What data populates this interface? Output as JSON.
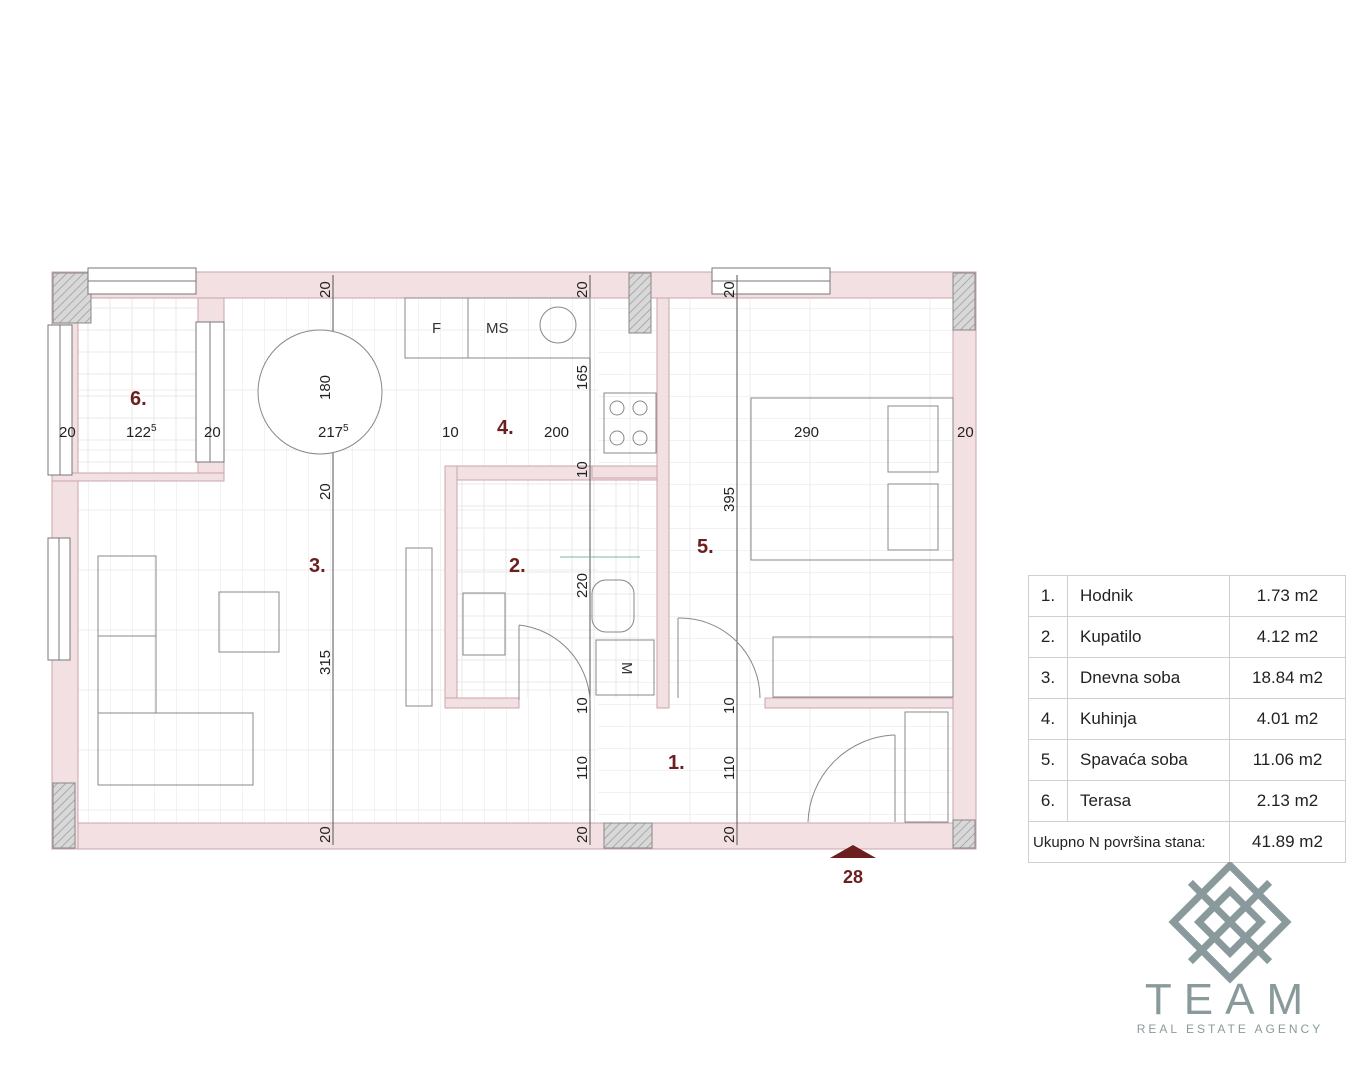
{
  "plan": {
    "rooms": [
      {
        "num": "1."
      },
      {
        "num": "2."
      },
      {
        "num": "3."
      },
      {
        "num": "4."
      },
      {
        "num": "5."
      },
      {
        "num": "6."
      }
    ],
    "dims": {
      "terrace_left": "20",
      "terrace_width": "122",
      "terrace_width_sup": "5",
      "terrace_right": "20",
      "dining_width": "217",
      "dining_width_sup": "5",
      "dining_height": "180",
      "wall_top_1": "20",
      "wall_top_2": "20",
      "wall_top_3": "20",
      "kitchen_gap": "10",
      "kitchen_width": "200",
      "kitchen_height": "165",
      "kitchen_wall": "10",
      "living_wall": "20",
      "bath_height": "220",
      "living_height": "315",
      "bath_wall": "10",
      "bed_wall": "10",
      "bed_height": "395",
      "bed_width": "290",
      "bed_right": "20",
      "hall_1": "110",
      "hall_2": "110",
      "wall_bot_1": "20",
      "wall_bot_2": "20",
      "wall_bot_3": "20"
    },
    "labels": {
      "fridge": "F",
      "dishwasher": "MS",
      "washer": "M"
    },
    "entry": "28"
  },
  "table": {
    "rows": [
      {
        "num": "1.",
        "name": "Hodnik",
        "area": "1.73 m2"
      },
      {
        "num": "2.",
        "name": "Kupatilo",
        "area": "4.12 m2"
      },
      {
        "num": "3.",
        "name": "Dnevna soba",
        "area": "18.84 m2"
      },
      {
        "num": "4.",
        "name": "Kuhinja",
        "area": "4.01 m2"
      },
      {
        "num": "5.",
        "name": "Spavaća soba",
        "area": "11.06 m2"
      },
      {
        "num": "6.",
        "name": "Terasa",
        "area": "2.13 m2"
      }
    ],
    "total_label": "Ukupno N površina stana:",
    "total_area": "41.89 m2"
  },
  "brand": {
    "name": "TEAM",
    "subtitle": "REAL ESTATE AGENCY",
    "color": "#8a9a9c"
  },
  "colors": {
    "wall_fill": "#f3e0e3",
    "wall_stroke": "#c9a5ab",
    "accent": "#6b1f1f"
  }
}
